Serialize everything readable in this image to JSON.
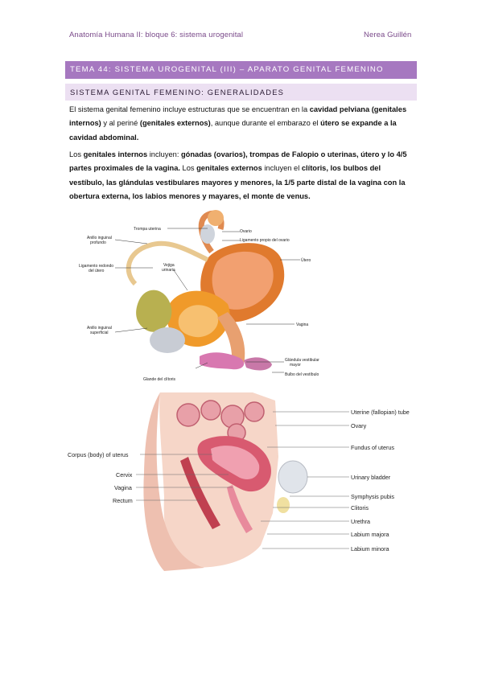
{
  "header": {
    "left": "Anatomía Humana II: bloque 6: sistema urogenital",
    "right": "Nerea Guillén"
  },
  "topic_title": "TEMA 44: SISTEMA UROGENITAL (III) – APARATO GENITAL FEMENINO",
  "section_title": "SISTEMA GENITAL FEMENINO: GENERALIDADES",
  "paragraph1": [
    {
      "t": "El sistema genital femenino incluye estructuras que se encuentran en la ",
      "b": false
    },
    {
      "t": "cavidad pelviana (genitales internos)",
      "b": true
    },
    {
      "t": " y al periné ",
      "b": false
    },
    {
      "t": "(genitales externos)",
      "b": true
    },
    {
      "t": ", aunque durante el embarazo el ",
      "b": false
    },
    {
      "t": "útero se expande a la cavidad abdominal.",
      "b": true
    }
  ],
  "paragraph2": [
    {
      "t": "Los ",
      "b": false
    },
    {
      "t": "genitales internos",
      "b": true
    },
    {
      "t": " incluyen: ",
      "b": false
    },
    {
      "t": "gónadas (ovarios), trompas de Falopio o uterinas, útero y lo 4/5 partes proximales de la vagina.",
      "b": true
    },
    {
      "t": " Los ",
      "b": false
    },
    {
      "t": "genitales externos",
      "b": true
    },
    {
      "t": " incluyen el ",
      "b": false
    },
    {
      "t": "clítoris, los bulbos del vestíbulo, las glándulas vestibulares mayores y menores, la 1/5 parte distal de la vagina con la obertura externa, los labios menores y mayares, el monte de venus.",
      "b": true
    }
  ],
  "figure1_labels": {
    "trompa": "Trompa uterina",
    "ovario": "Ovario",
    "lig_propio": "Ligamento propio del ovario",
    "anillo_prof_1": "Anillo inguinal",
    "anillo_prof_2": "profundo",
    "lig_redondo_1": "Ligamento redondo",
    "lig_redondo_2": "del útero",
    "vejiga_1": "Vejiga",
    "vejiga_2": "urinaria",
    "utero": "Útero",
    "anillo_sup_1": "Anillo inguinal",
    "anillo_sup_2": "superficial",
    "vagina": "Vagina",
    "glandula_1": "Glándula vestibular",
    "glandula_2": "mayor",
    "glande": "Glande del clítoris",
    "bulbo": "Bulbo del vestíbulo"
  },
  "figure2_labels": {
    "tube": "Uterine (fallopian) tube",
    "ovary": "Ovary",
    "fundus": "Fundus of uterus",
    "corpus": "Corpus (body) of uterus",
    "bladder": "Urinary bladder",
    "cervix": "Cervix",
    "vagina": "Vagina",
    "symphysis": "Symphysis pubis",
    "rectum": "Rectum",
    "clitoris": "Clitoris",
    "urethra": "Urethra",
    "lab_majora": "Labium majora",
    "lab_minora": "Labium minora"
  }
}
